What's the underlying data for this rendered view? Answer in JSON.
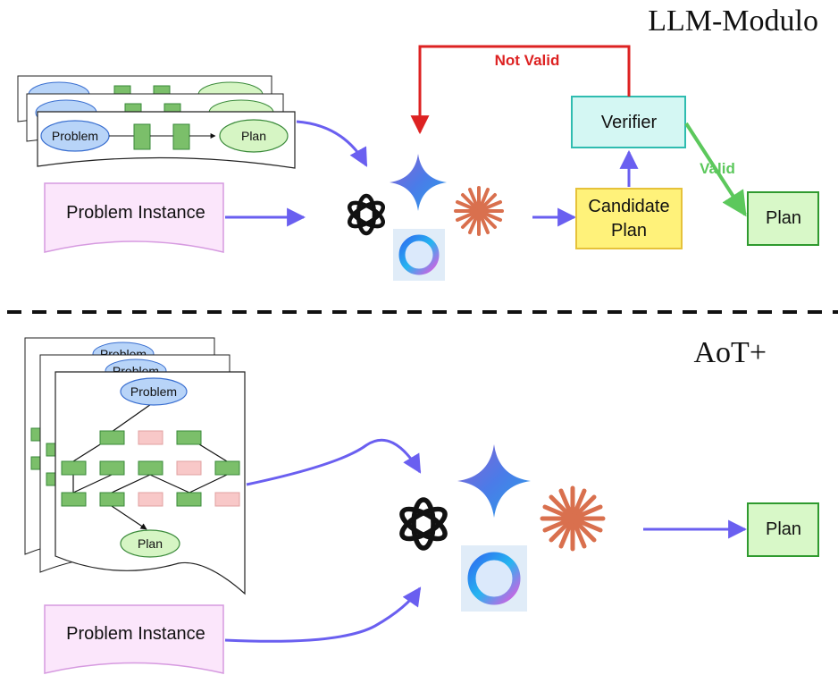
{
  "top": {
    "title": "LLM-Modulo",
    "problem_label": "Problem",
    "plan_label": "Plan",
    "problem_instance": "Problem Instance",
    "candidate_plan_line1": "Candidate",
    "candidate_plan_line2": "Plan",
    "verifier": "Verifier",
    "output_plan": "Plan",
    "not_valid": "Not Valid",
    "valid": "Valid"
  },
  "bottom": {
    "title": "AoT+",
    "problem_label": "Problem",
    "plan_label": "Plan",
    "problem_instance": "Problem Instance",
    "output_plan": "Plan"
  },
  "colors": {
    "arrow": "#6a5ff0",
    "not_valid": "#dd2222",
    "valid": "#5cc85c",
    "problem_oval": "#b8d4f8",
    "plan_oval": "#d6f5c4",
    "step_box": "#7bbf6a",
    "rejected_box": "#f8c8c8",
    "instance_fill": "#fbe6fb",
    "instance_border": "#d69ae0",
    "candidate_fill": "#fff27a",
    "candidate_border": "#e6c23a",
    "verifier_fill": "#d4f7f3",
    "verifier_border": "#2fbcb0",
    "plan_fill": "#d8f8c8",
    "plan_border": "#2f9a2f",
    "divider": "#111111"
  },
  "icons": [
    "openai-icon",
    "gemini-icon",
    "claude-icon",
    "meta-ring-icon"
  ]
}
